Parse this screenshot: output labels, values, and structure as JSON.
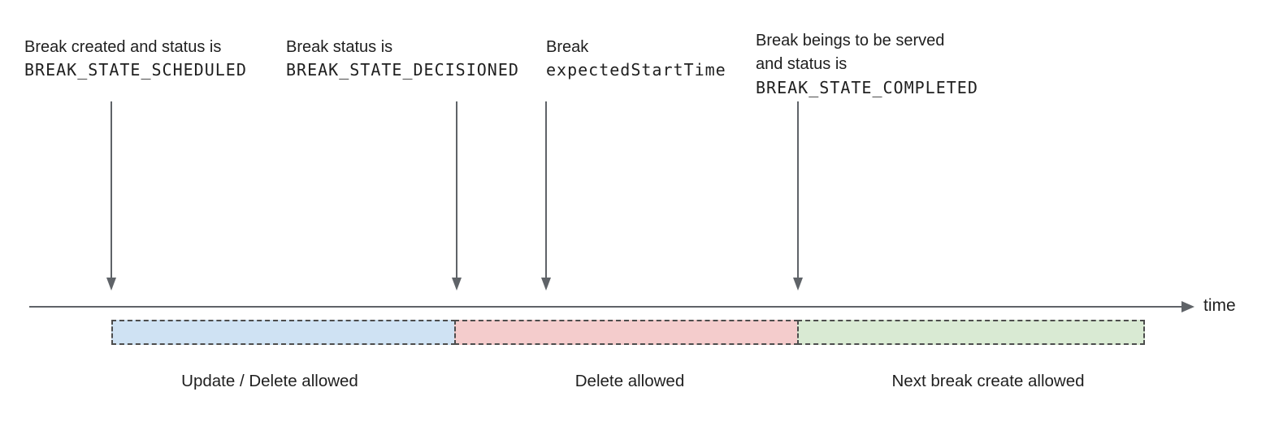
{
  "annotations": [
    {
      "line1": "Break created and status is",
      "code": "BREAK_STATE_SCHEDULED"
    },
    {
      "line1": "Break status is",
      "code": "BREAK_STATE_DECISIONED"
    },
    {
      "line1": "Break",
      "code": "expectedStartTime"
    },
    {
      "line1": "Break beings to be served",
      "line2": "and status is",
      "code": "BREAK_STATE_COMPLETED"
    }
  ],
  "timeline": {
    "axis_label": "time"
  },
  "segments": [
    {
      "label": "Update / Delete allowed",
      "fill": "#cfe2f3"
    },
    {
      "label": "Delete allowed",
      "fill": "#f4cccc"
    },
    {
      "label": "Next break create allowed",
      "fill": "#d9ead3"
    }
  ],
  "colors": {
    "arrow_and_axis": "#5f6368",
    "segment_border": "#4d4d4d",
    "text": "#1f1f1f"
  }
}
